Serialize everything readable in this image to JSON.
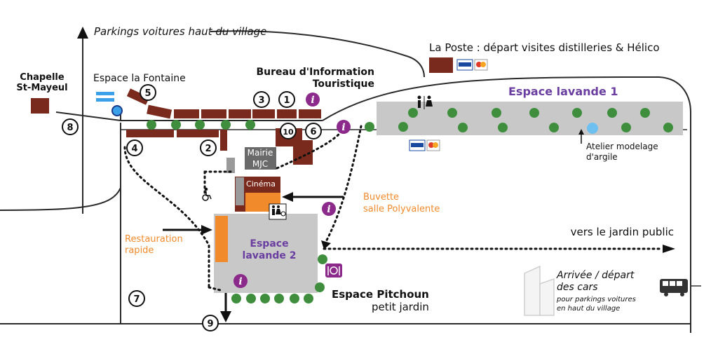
{
  "labels": {
    "parkings_top": "Parkings voitures haut du village",
    "la_poste": "La Poste : départ visites distilleries & Hélico",
    "chapelle_1": "Chapelle",
    "chapelle_2": "St-Mayeul",
    "espace_fontaine": "Espace la Fontaine",
    "bureau_1": "Bureau d'Information",
    "bureau_2": "Touristique",
    "espace_lavande_1": "Espace lavande 1",
    "atelier_1": "Atelier modelage",
    "atelier_2": "d'argile",
    "mairie": "Mairie",
    "mjc": "MJC",
    "cinema": "Cinéma",
    "buvette_1": "Buvette",
    "buvette_2": "salle Polyvalente",
    "restauration_1": "Restauration",
    "restauration_2": "rapide",
    "espace_lavande_2a": "Espace",
    "espace_lavande_2b": "lavande 2",
    "vers_jardin": "vers le jardin public",
    "arrivee_1": "Arrivée / départ",
    "arrivee_2": "des cars",
    "arrivee_3": "pour parkings voitures",
    "arrivee_4": "en haut du village",
    "pitchoun_1": "Espace Pitchoun",
    "pitchoun_2": "petit jardin",
    "info_glyph": "i"
  },
  "numbers": {
    "n1": "1",
    "n2": "2",
    "n3": "3",
    "n4": "4",
    "n5": "5",
    "n6": "6",
    "n7": "7",
    "n8": "8",
    "n9": "9",
    "n10": "10"
  },
  "colors": {
    "building": "#7a2a1c",
    "lavande_area": "#c8c8c8",
    "info_purple": "#8b2a8b",
    "orange": "#f08a2a",
    "lavande_text": "#6a3ea0",
    "tree": "#3e8e3e",
    "water": "#3aa0e8",
    "road": "#2a2a2a"
  },
  "icons": [
    "info-icon",
    "toilets-icon",
    "accessible-icon",
    "restaurant-icon",
    "bus-icon",
    "card-payment-icon",
    "north-arrow-icon",
    "tree-icon"
  ]
}
